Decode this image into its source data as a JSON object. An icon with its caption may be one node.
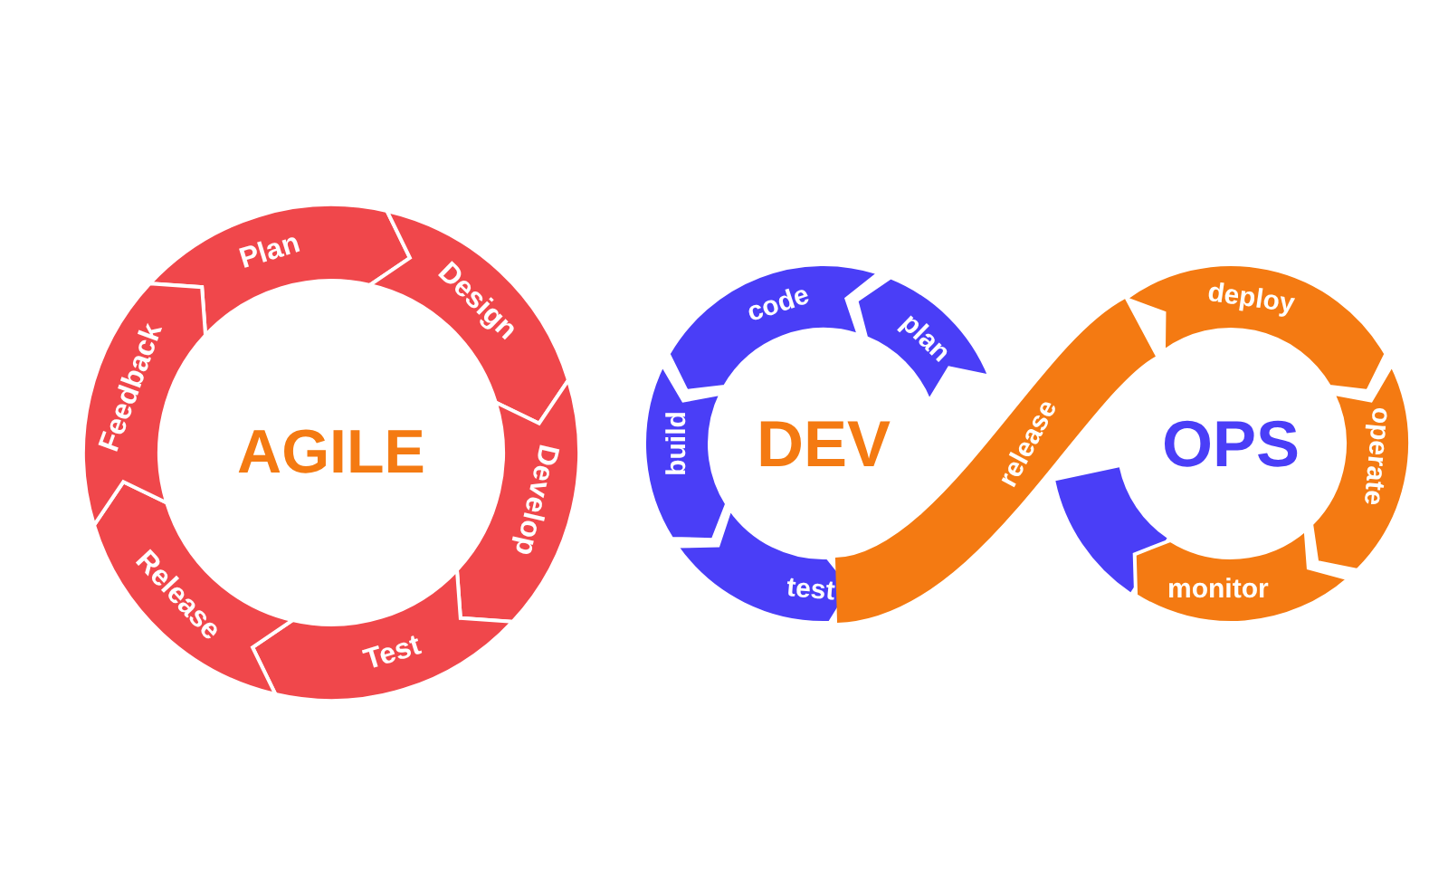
{
  "diagram": {
    "nodes": [
      {
        "text": [
          "Plan"
        ]
      },
      {
        "text": [
          "Design"
        ]
      },
      {
        "text": [
          "Develop"
        ]
      },
      {
        "text": [
          "Test"
        ]
      },
      {
        "text": [
          "Release"
        ]
      },
      {
        "text": [
          "Feedback"
        ]
      },
      {
        "text": [
          "code"
        ]
      },
      {
        "text": [
          "plan"
        ]
      },
      {
        "text": [
          "build"
        ]
      },
      {
        "text": [
          "test"
        ]
      },
      {
        "text": [
          "release"
        ]
      },
      {
        "text": [
          "deploy"
        ]
      },
      {
        "text": [
          "operate"
        ]
      },
      {
        "text": [
          "monitor"
        ]
      }
    ],
    "labels": [
      "AGILE",
      "DEV",
      "OPS"
    ]
  }
}
